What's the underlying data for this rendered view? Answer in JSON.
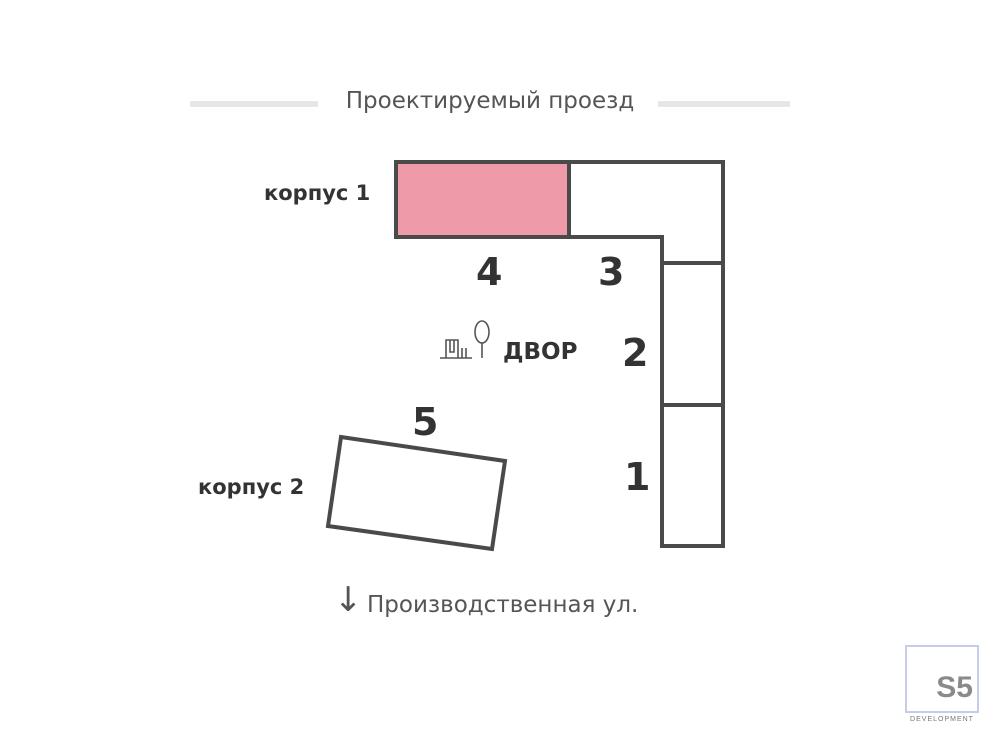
{
  "streets": {
    "top": "Проектируемый проезд",
    "bottom": "Производственная ул.",
    "bottom_arrow": "↓"
  },
  "buildings": {
    "corpus1": "корпус 1",
    "corpus2": "корпус 2"
  },
  "sections": [
    "1",
    "2",
    "3",
    "4",
    "5"
  ],
  "yard": {
    "label": "ДВОР",
    "icon": "playground-tree-icon"
  },
  "logo": {
    "mark": "S5",
    "subtitle": "DEVELOPMENT"
  },
  "colors": {
    "outline": "#4a4a4a",
    "highlight": "#ee9aa8",
    "street_line": "#e6e6e6",
    "logo_border": "#c5cde6"
  }
}
